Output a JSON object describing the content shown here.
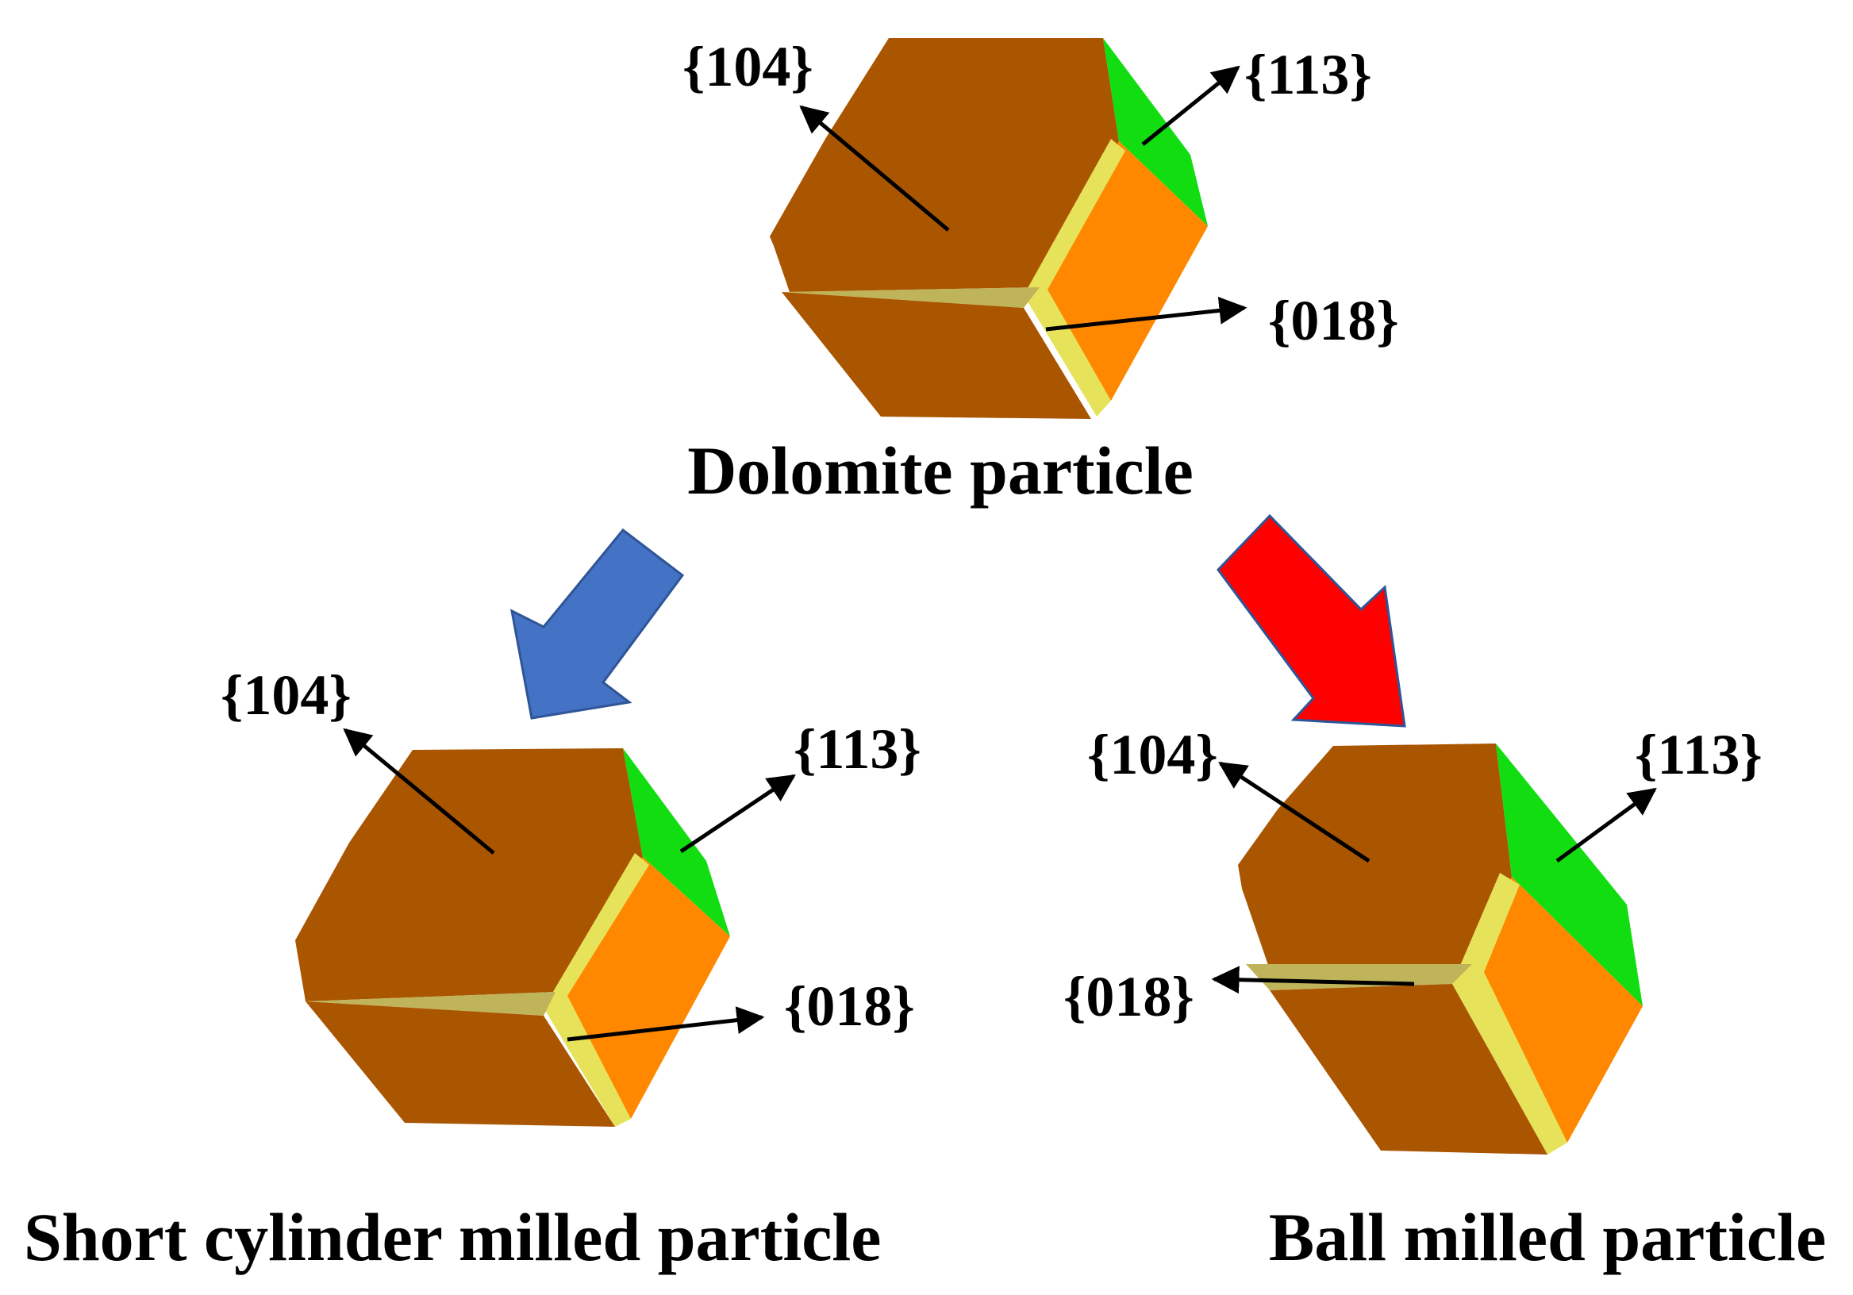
{
  "colors": {
    "face_104": "#AA5500",
    "face_113": "#11DD11",
    "face_018": "#FF8800",
    "edge_highlight": "#E6E35A",
    "shadow_wedge": "#C0B45A",
    "arrow_short_cylinder": "#4472C4",
    "arrow_ball": "#FF0000",
    "pointer": "#000000"
  },
  "particles": {
    "dolomite": {
      "caption": "Dolomite particle",
      "labels": {
        "face_104": "{104}",
        "face_113": "{113}",
        "face_018": "{018}"
      }
    },
    "short_cylinder": {
      "caption": "Short cylinder milled particle",
      "labels": {
        "face_104": "{104}",
        "face_113": "{113}",
        "face_018": "{018}"
      }
    },
    "ball": {
      "caption": "Ball milled particle",
      "labels": {
        "face_104": "{104}",
        "face_113": "{113}",
        "face_018": "{018}"
      }
    }
  }
}
